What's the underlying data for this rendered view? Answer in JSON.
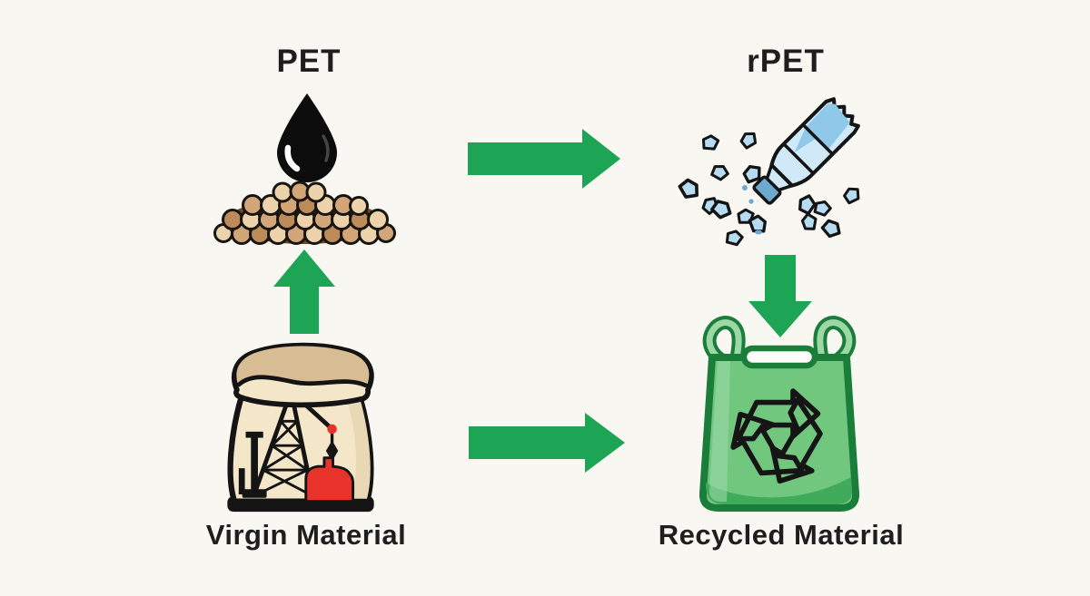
{
  "labels": {
    "pet": "PET",
    "rpet": "rPET",
    "virgin": "Virgin Material",
    "recycled": "Recycled Material"
  },
  "colors": {
    "background": "#f8f7f2",
    "ink": "#1e1e1e",
    "arrow_green": "#1ea455",
    "oil_black": "#0c0c0c",
    "pellet_light": "#ecd3ab",
    "pellet_mid": "#d2a678",
    "pellet_dark": "#bd8a5a",
    "pellet_gap": "#6a4a28",
    "sack_body": "#f3e6c9",
    "sack_flap": "#d8bd94",
    "sack_shade": "#e9d8b6",
    "pump_red": "#e8332a",
    "bottle_blue": "#cfe9f8",
    "liquid_blue": "#8fc8e9",
    "cap_blue": "#6ea9cf",
    "flake_blue": "#b5dcf2",
    "bag_green": "#72c77f",
    "bag_shade": "#41ab5c",
    "bag_light": "#9bd8a6",
    "bag_outline": "#1a7d3a",
    "symbol_black": "#151515"
  },
  "icons": {
    "list": [
      "oil-drop-icon",
      "pet-pellets-icon",
      "arrow-right-icon",
      "plastic-bottle-icon",
      "plastic-flakes-icon",
      "arrow-up-icon",
      "arrow-down-icon",
      "oil-sack-icon",
      "oil-derrick-icon",
      "recycled-bag-icon",
      "recycle-symbol-icon"
    ]
  }
}
